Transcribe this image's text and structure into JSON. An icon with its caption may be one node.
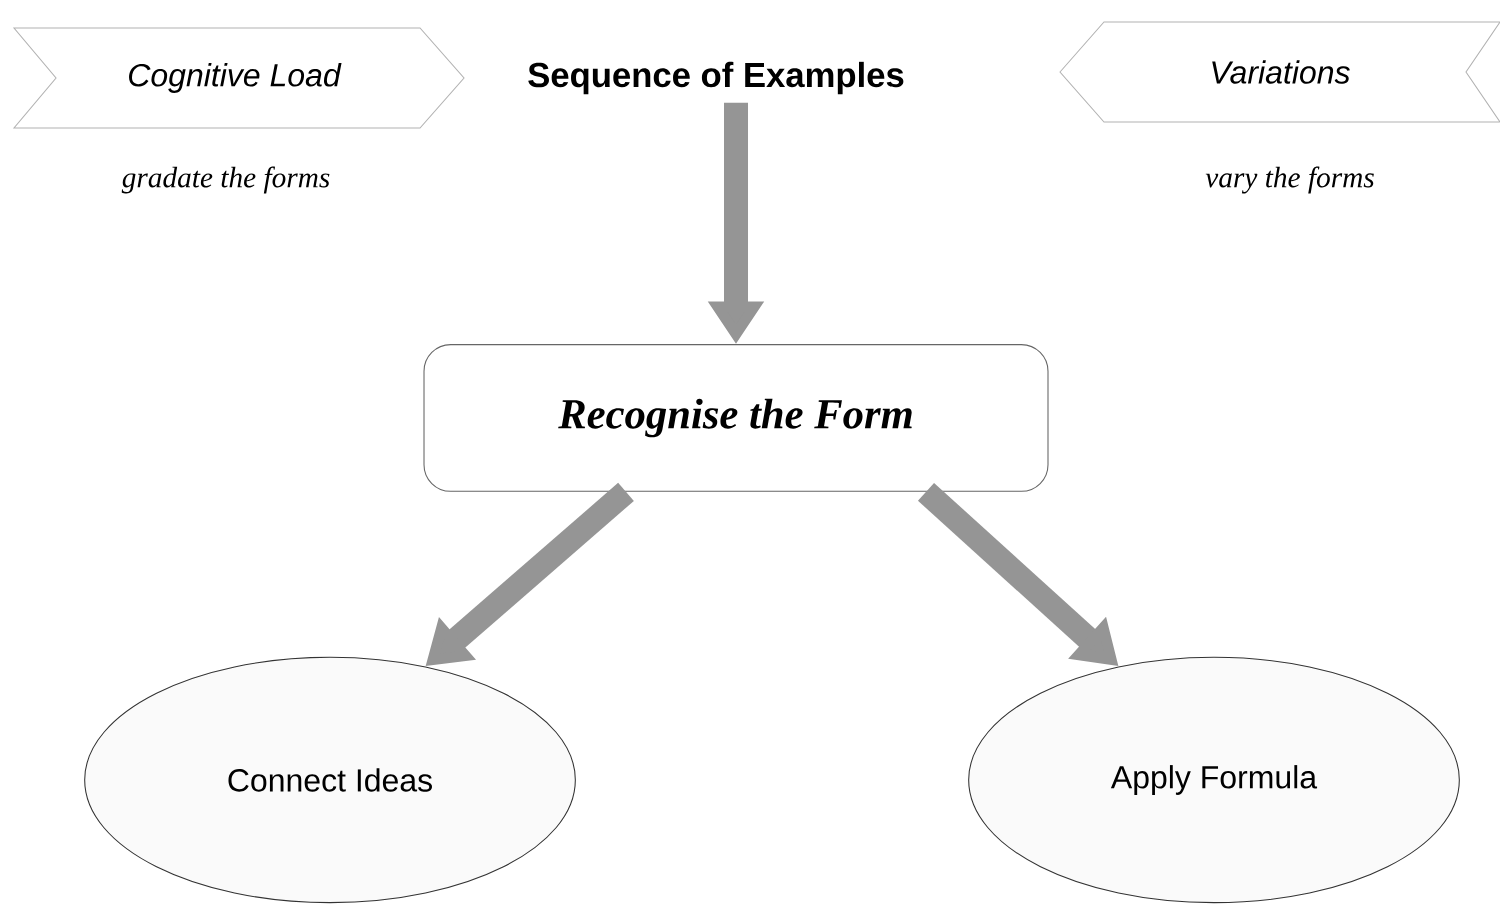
{
  "diagram": {
    "nodes": [
      {
        "text": [
          "Cognitive Load"
        ],
        "beside": [
          "gradate the forms"
        ]
      },
      {
        "text": [
          "Sequence of Examples"
        ]
      },
      {
        "text": [
          "Variations"
        ],
        "beside": [
          "vary the forms"
        ]
      },
      {
        "text": [
          "Recognise the Form"
        ]
      },
      {
        "text": [
          "Connect Ideas"
        ]
      },
      {
        "text": [
          "Apply Formula"
        ]
      }
    ],
    "edges": [
      {
        "from": 1,
        "to": 3,
        "arrow": "to"
      },
      {
        "from": 3,
        "to": 4,
        "arrow": "to"
      },
      {
        "from": 3,
        "to": 5,
        "arrow": "to"
      }
    ]
  }
}
